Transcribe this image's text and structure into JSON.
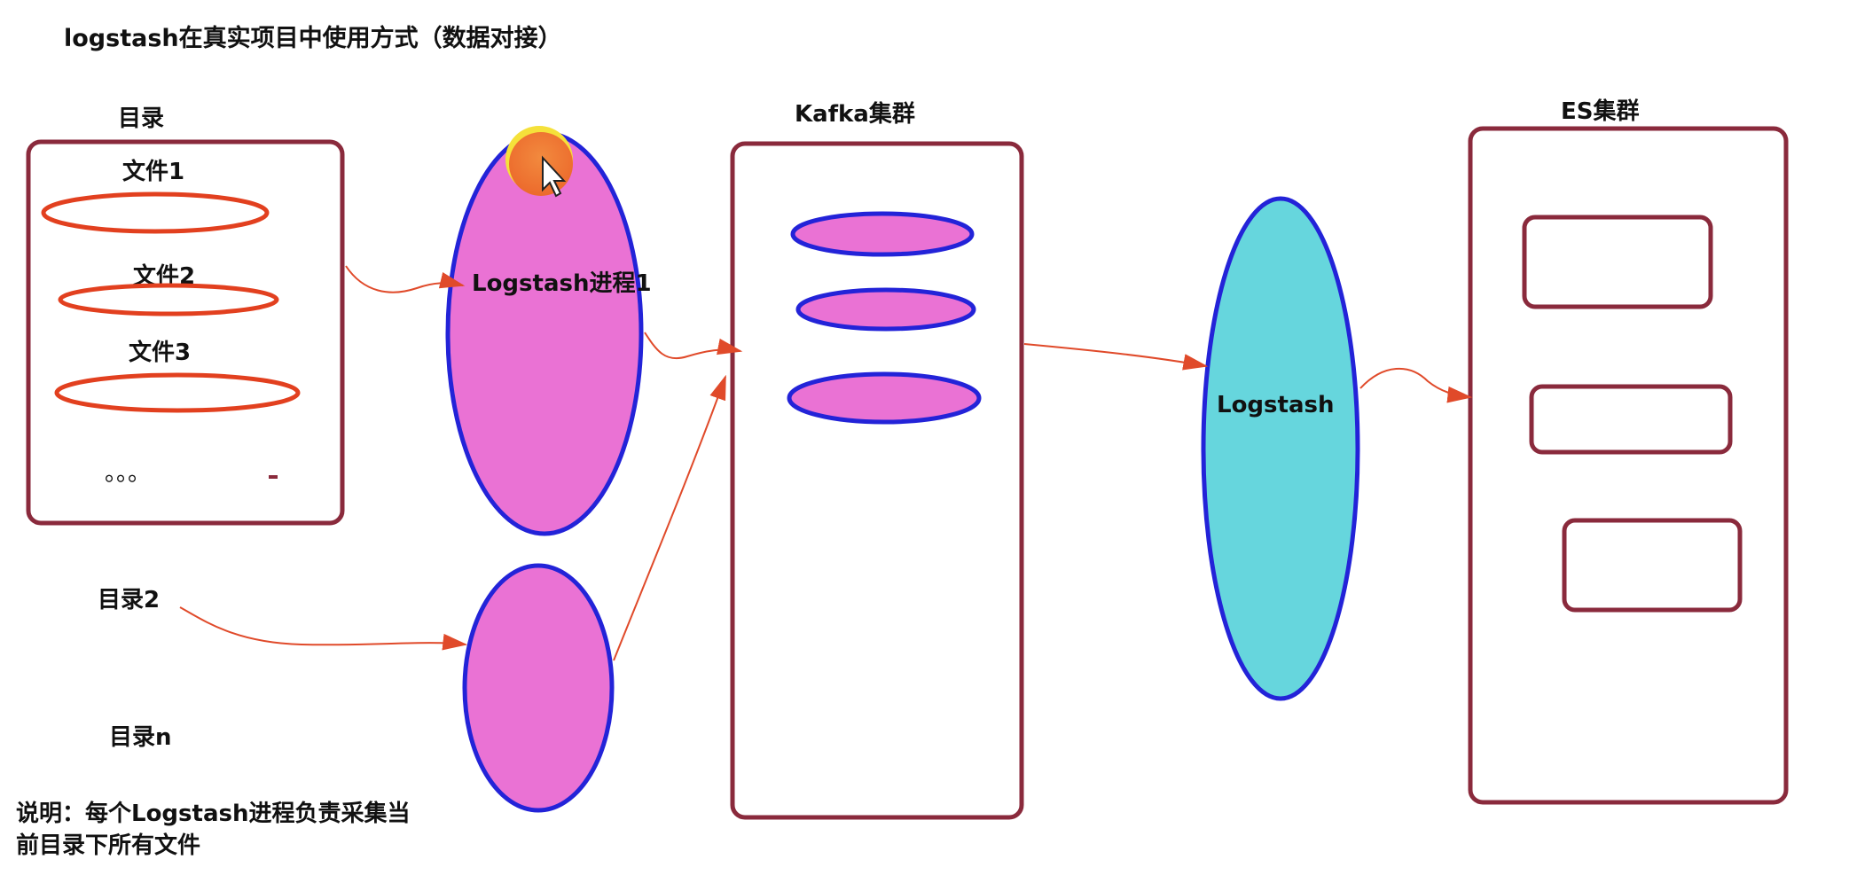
{
  "title": "logstash在真实项目中使用方式（数据对接）",
  "colors": {
    "box_stroke": "#8a2a3c",
    "file_ellipse_stroke": "#e2401f",
    "node_fill": "#ea72d4",
    "node_stroke": "#2323d8",
    "consumer_fill": "#66d6dd",
    "arrow": "#e04a2a",
    "cursor_highlight": "#f06b2e"
  },
  "directory": {
    "label": "目录",
    "files": [
      "文件1",
      "文件2",
      "文件3"
    ],
    "ellipsis": "。。。"
  },
  "directory2": {
    "label": "目录2"
  },
  "directoryn": {
    "label": "目录n"
  },
  "logstash_process": {
    "label": "Logstash进程1"
  },
  "kafka": {
    "label": "Kafka集群",
    "partitions": 3
  },
  "logstash_consumer": {
    "label": "Logstash"
  },
  "es": {
    "label": "ES集群",
    "nodes": 3
  },
  "note": {
    "line1": "说明：每个Logstash进程负责采集当",
    "line2": "前目录下所有文件"
  },
  "cursor": {
    "icon": "mouse-pointer-icon"
  }
}
